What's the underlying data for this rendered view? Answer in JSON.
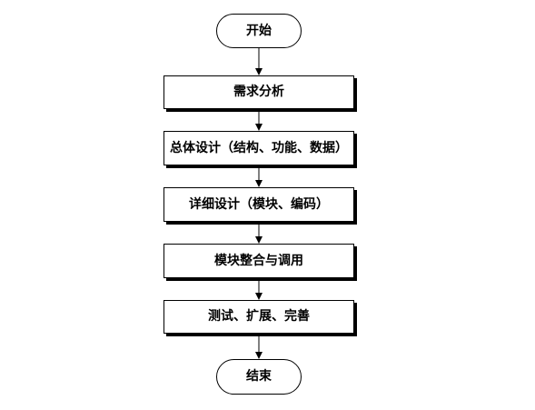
{
  "flowchart": {
    "start": "开始",
    "steps": [
      "需求分析",
      "总体设计（结构、功能、数据）",
      "详细设计（模块、编码）",
      "模块整合与调用",
      "测试、扩展、完善"
    ],
    "end": "结束"
  }
}
